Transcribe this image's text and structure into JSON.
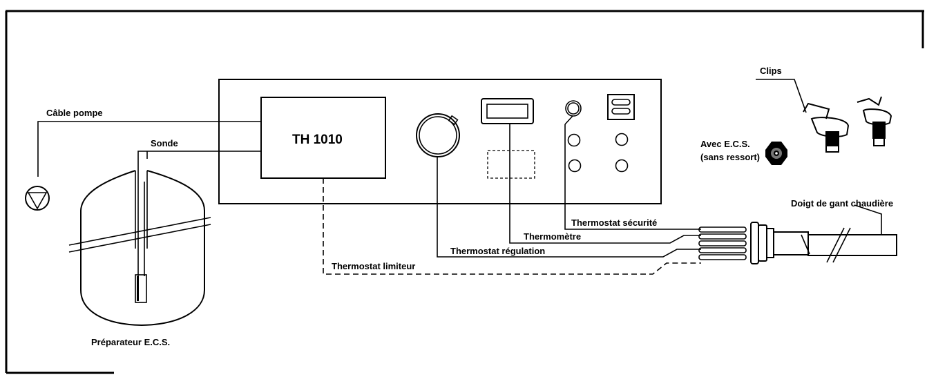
{
  "labels": {
    "cable_pompe": "Câble pompe",
    "sonde": "Sonde",
    "controller": "TH 1010",
    "preparateur": "Préparateur E.C.S.",
    "clips": "Clips",
    "avec_ecs": "Avec E.C.S.",
    "sans_ressort": "(sans ressort)",
    "doigt_de_gant": "Doigt de gant chaudière",
    "thermostat_securite": "Thermostat sécurité",
    "thermometre": "Thermomètre",
    "thermostat_regulation": "Thermostat régulation",
    "thermostat_limiteur": "Thermostat limiteur"
  },
  "icons": [
    "pump-icon",
    "dial-icon",
    "display-icon",
    "indicator-lamp-icon",
    "switch-icon",
    "nut-icon",
    "clip-icon"
  ]
}
